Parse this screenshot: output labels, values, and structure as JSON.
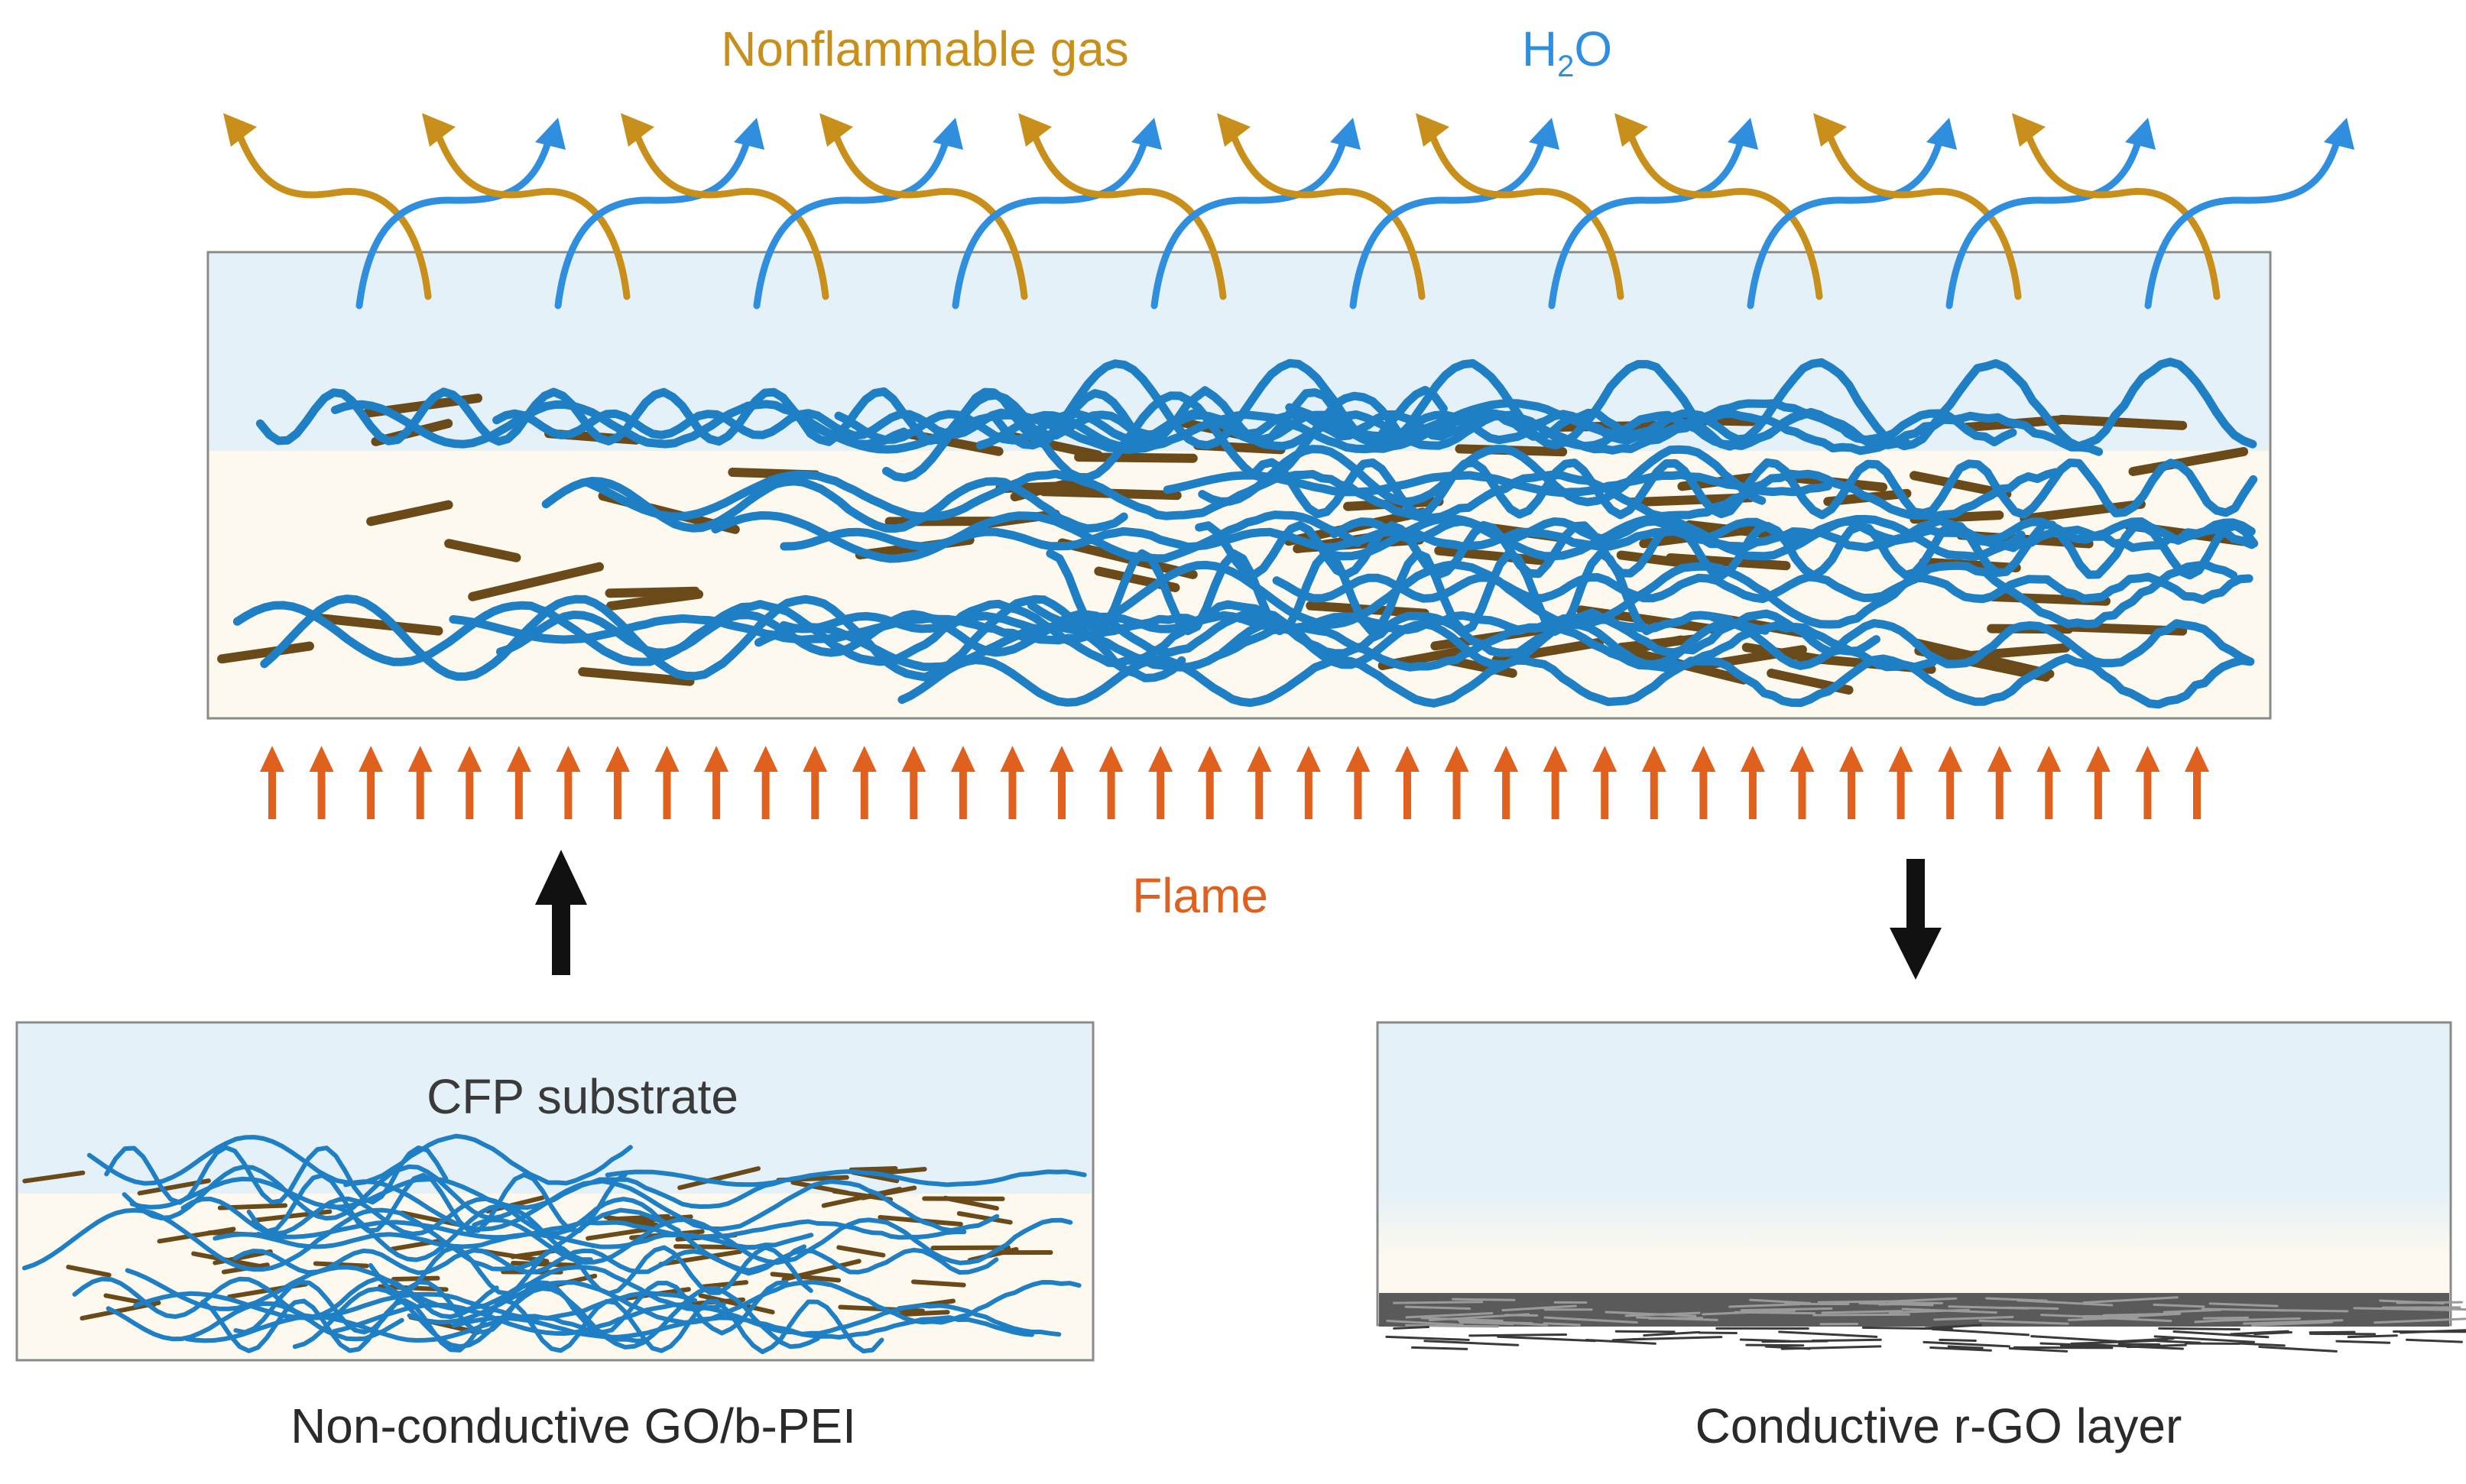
{
  "labels": {
    "nonflammable_gas": "Nonflammable gas",
    "h2o_main": "H",
    "h2o_sub": "2",
    "h2o_tail": "O",
    "flame": "Flame",
    "cfp_substrate": "CFP substrate",
    "non_conductive": "Non-conductive GO/b-PEI",
    "conductive": "Conductive r-GO layer"
  },
  "colors": {
    "gas": "#c8901a",
    "h2o": "#2f8fde",
    "flame": "#e0601e",
    "go_sheet": "#1f7fc4",
    "pei_rod": "#6b4a1a",
    "substrate_top": "#e4f1f8",
    "substrate_bottom": "#fdf9ef",
    "rgo": "#555555",
    "transition_arrow": "#111111"
  },
  "icons": {
    "up_arrow": "up-arrow-icon",
    "down_arrow": "down-arrow-icon"
  }
}
